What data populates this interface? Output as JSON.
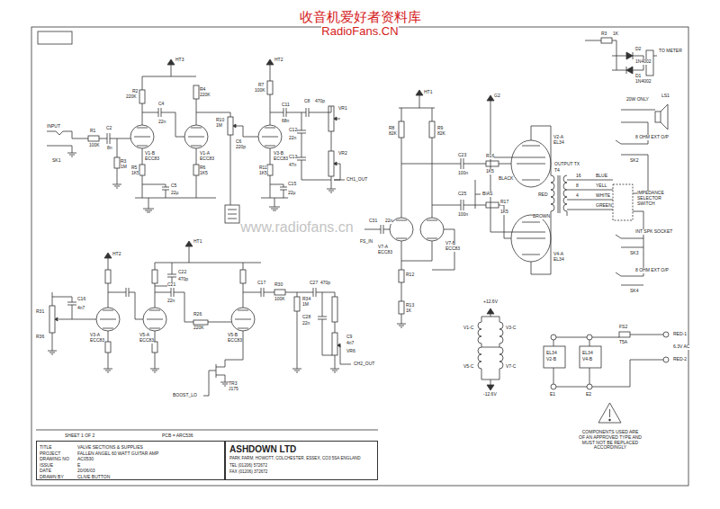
{
  "diagram": {
    "nodes": [
      {
        "text": [
          "TITLE",
          "PROJECT",
          "DRAWING NO",
          "ISSUE",
          "DATE",
          "DRAWN BY",
          "VALVE SECTIONS & SUPPLIES",
          "FALLEN ANGEL 60 WATT GUITAR AMP",
          "AC0530",
          "E",
          "20/06/03",
          "CLIVE BUTTON"
        ]
      },
      {
        "text": [
          "ASHDOWN LTD",
          "PARK FARM, HOWOTT, COLCHESTER, ESSEX, CO3 5SA ENGLAND",
          "TEL (01206) 572672",
          "FAX (01206) 372672"
        ]
      }
    ],
    "labels": [
      "收音机爱好者资料库",
      "RadioFans.CN",
      "www.radiofans.cn",
      "INPUT",
      "SK1",
      "R1",
      "100K",
      "C2",
      "8n",
      "R3",
      "1M",
      "V1-B",
      "ECC83",
      "HT3",
      "R2",
      "220K",
      "C4",
      "22n",
      "R4",
      "220K",
      "V1-A",
      "ECC83",
      "R5",
      "1K5",
      "C5",
      "22µ",
      "R6",
      "1K5",
      "R10",
      "1M",
      "C6",
      "220p",
      "HT2",
      "R7",
      "100K",
      "C11",
      "68n",
      "V3-B",
      "ECC83",
      "R11",
      "1K5",
      "C15",
      "22µ",
      "C8",
      "470p",
      "VR1",
      "C12",
      "22n",
      "C13",
      "47n",
      "VR2",
      "CH1_OUT",
      "HT1",
      "R8",
      "82K",
      "R9",
      "82K",
      "C23",
      "100n",
      "C25",
      "100n",
      "BIAS",
      "V7-A",
      "ECC83",
      "V7-B",
      "ECC83",
      "FS_IN",
      "C31",
      "22n",
      "R12",
      "R13",
      "1K",
      "G2",
      "V2-A",
      "EL34",
      "V4-A",
      "EL34",
      "R16",
      "1K5",
      "R17",
      "1K5",
      "BLACK",
      "OUTPUT TX",
      "T4",
      "RED",
      "BROWN",
      "16",
      "8",
      "4",
      "BLUE",
      "YELL",
      "WHITE",
      "GREEN",
      "IMPEDANCE SELECTOR SWITCH",
      "R3",
      "1K",
      "D2",
      "1N4002",
      "D1",
      "1N4002",
      "TO METER",
      "LS1",
      "20W ONLY",
      "8 OHM EXT O/P",
      "SK2",
      "INT SPK SOCKET",
      "SK3",
      "8 OHM EXT O/P",
      "SK4",
      "HT2",
      "HT1",
      "C16",
      "4n7",
      "R31",
      "R36",
      "V3-A",
      "ECC83",
      "C22",
      "470p",
      "C21",
      "22n",
      "R26",
      "220K",
      "V5-A",
      "ECC83",
      "V5-B",
      "ECC83",
      "C17",
      "R30",
      "100K",
      "R34",
      "1M",
      "C27",
      "470p",
      "C28",
      "22n",
      "C9",
      "4n7",
      "VR6",
      "CH2_OUT",
      "BOOST_LO",
      "TR3",
      "J175",
      "+12.6V",
      "V1-C",
      "V3-C",
      "V5-C",
      "V7-C",
      "-12.6V",
      "EL34",
      "V2-B",
      "EL34",
      "V4-B",
      "FS2",
      "T5A",
      "RED-1",
      "6.3V AC",
      "RED-2",
      "E1",
      "E2",
      "SHEET 1 OF 2",
      "PCB = ARC536",
      "COMPONENTS USED ARE OF AN APPROVED TYPE AND MUST NOT BE REPLACED ACCORDINGLY"
    ]
  }
}
